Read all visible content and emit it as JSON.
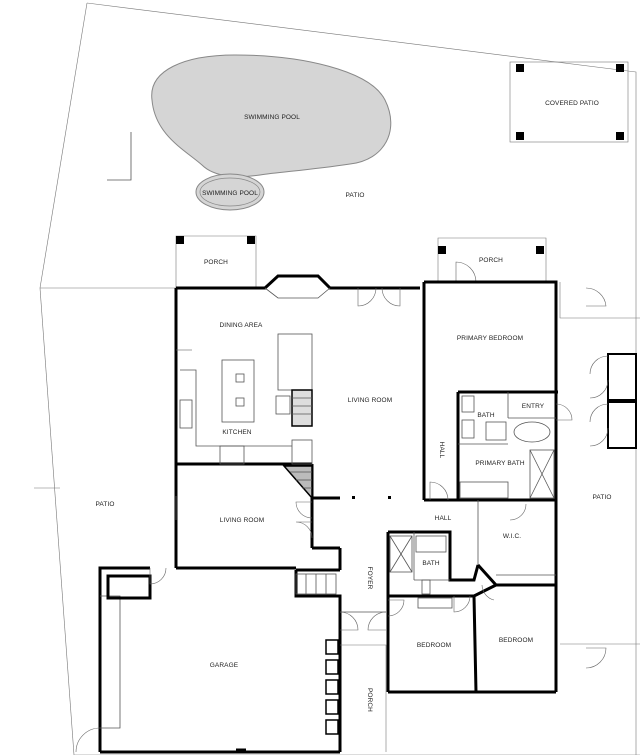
{
  "rooms": {
    "swimming_pool": "SWIMMING POOL",
    "spa": "SWIMMING POOL",
    "covered_patio": "COVERED PATIO",
    "patio_top": "PATIO",
    "porch_left": "PORCH",
    "porch_right": "PORCH",
    "dining_area": "DINING AREA",
    "kitchen": "KITCHEN",
    "living_room_main": "LIVING ROOM",
    "living_room_small": "LIVING ROOM",
    "primary_bedroom": "PRIMARY BEDROOM",
    "bath_primary": "BATH",
    "entry": "ENTRY",
    "primary_bath": "PRIMARY BATH",
    "hall_vertical": "HALL",
    "hall": "HALL",
    "patio_left": "PATIO",
    "patio_right": "PATIO",
    "wic": "W.I.C.",
    "bath_small": "BATH",
    "foyer": "FOYER",
    "bedroom_left": "BEDROOM",
    "bedroom_right": "BEDROOM",
    "garage": "GARAGE",
    "porch_front": "PORCH"
  }
}
